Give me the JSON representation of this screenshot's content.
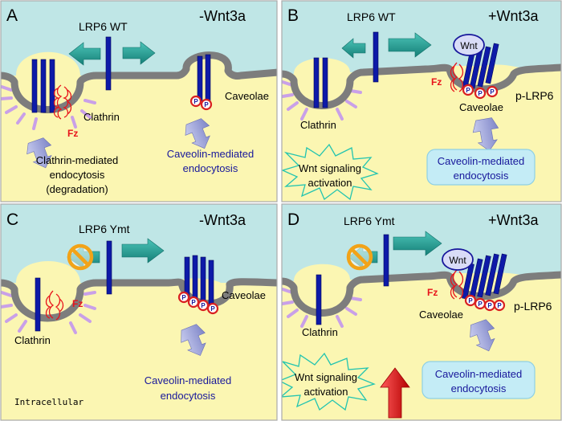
{
  "colors": {
    "extracellular": "#bfe6e6",
    "intracellular": "#fbf6b2",
    "membrane": "#7d7d7d",
    "receptor": "#0d1aa8",
    "arrow_teal": "#1f9e94",
    "fz": "#e8141b",
    "tick": "#c9a0e8",
    "down_arrow": "#aab0e0",
    "phospho_ring": "#d92020",
    "panel_border": "#aaaaaa",
    "label_blue": "#17179b",
    "box_fill": "#c4ecf6",
    "star_stroke": "#22c4b0",
    "red_arrow": "#e8101a",
    "ban_ring": "#f2a318"
  },
  "icons": [
    "ban-icon",
    "star-burst",
    "up-arrow-icon",
    "teal-arrow-icon",
    "down-arrow-icon"
  ],
  "panels": [
    {
      "letter": "A",
      "treatment": "-Wnt3a",
      "receptor": "LRP6 WT",
      "clathrin": "Clathrin",
      "fz": "Fz",
      "caveolae": "Caveolae",
      "phospho": [
        "P",
        "P"
      ],
      "clathrin_pathway": [
        "Clathrin-mediated",
        "endocytosis",
        "(degradation)"
      ],
      "caveolin_pathway": [
        "Caveolin-mediated",
        "endocytosis"
      ]
    },
    {
      "letter": "B",
      "treatment": "+Wnt3a",
      "receptor": "LRP6 WT",
      "ligand": "Wnt",
      "fz": "Fz",
      "caveolae": "Caveolae",
      "p_lrp6": "p-LRP6",
      "phospho": [
        "P",
        "P",
        "P"
      ],
      "clathrin": "Clathrin",
      "caveolin_pathway": [
        "Caveolin-mediated",
        "endocytosis"
      ],
      "signaling": [
        "Wnt signaling",
        "activation"
      ]
    },
    {
      "letter": "C",
      "treatment": "-Wnt3a",
      "receptor": "LRP6 Ymt",
      "fz": "Fz",
      "clathrin": "Clathrin",
      "caveolae": "Caveolae",
      "phospho": [
        "P",
        "P",
        "P",
        "P"
      ],
      "caveolin_pathway": [
        "Caveolin-mediated",
        "endocytosis"
      ],
      "compartment": "Intracellular"
    },
    {
      "letter": "D",
      "treatment": "+Wnt3a",
      "receptor": "LRP6 Ymt",
      "ligand": "Wnt",
      "fz": "Fz",
      "caveolae": "Caveolae",
      "p_lrp6": "p-LRP6",
      "phospho": [
        "P",
        "P",
        "P",
        "P"
      ],
      "clathrin": "Clathrin",
      "caveolin_pathway": [
        "Caveolin-mediated",
        "endocytosis"
      ],
      "signaling": [
        "Wnt signaling",
        "activation"
      ]
    }
  ]
}
